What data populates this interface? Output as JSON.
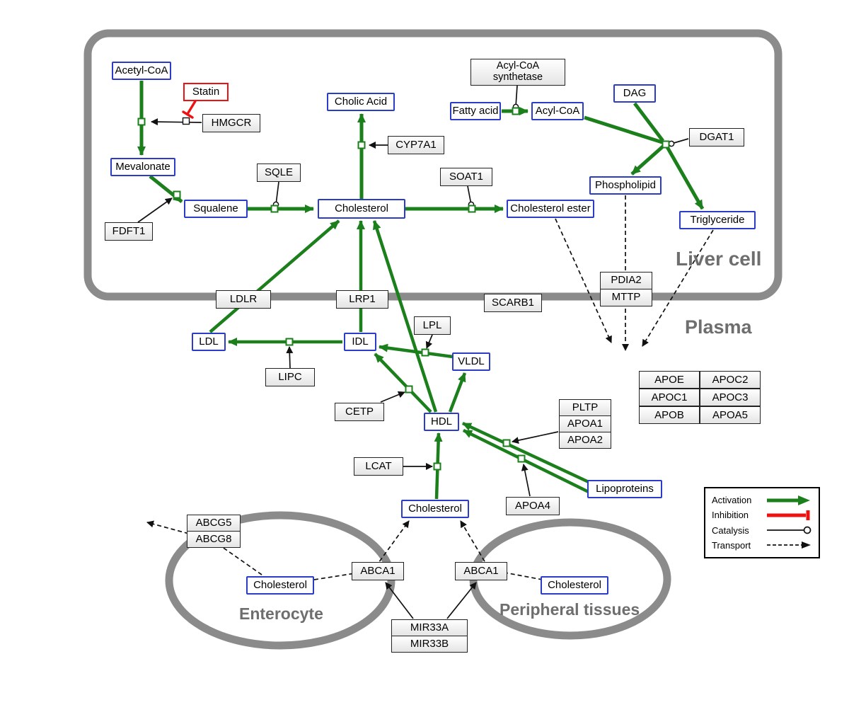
{
  "compartments": {
    "liver": "Liver cell",
    "plasma": "Plasma",
    "enterocyte": "Enterocyte",
    "peripheral": "Peripheral tissues"
  },
  "metabolites": {
    "acetyl_coa": "Acetyl-CoA",
    "mevalonate": "Mevalonate",
    "squalene": "Squalene",
    "cholesterol_liver": "Cholesterol",
    "cholic_acid": "Cholic Acid",
    "cholesterol_ester": "Cholesterol ester",
    "fatty_acid": "Fatty acid",
    "acyl_coa": "Acyl-CoA",
    "dag": "DAG",
    "phospholipid": "Phospholipid",
    "triglyceride": "Triglyceride",
    "ldl": "LDL",
    "idl": "IDL",
    "vldl": "VLDL",
    "hdl": "HDL",
    "cholesterol_plasma": "Cholesterol",
    "lipoproteins": "Lipoproteins",
    "cholesterol_enterocyte": "Cholesterol",
    "cholesterol_peripheral": "Cholesterol"
  },
  "enzymes": {
    "statin": "Statin",
    "hmgcr": "HMGCR",
    "sqle": "SQLE",
    "fdft1": "FDFT1",
    "cyp7a1": "CYP7A1",
    "soat1": "SOAT1",
    "acyl_coa_synthetase_line1": "Acyl-CoA",
    "acyl_coa_synthetase_line2": "synthetase",
    "dgat1": "DGAT1",
    "pdia2": "PDIA2",
    "mttp": "MTTP",
    "ldlr": "LDLR",
    "lrp1": "LRP1",
    "scarb1": "SCARB1",
    "lpl": "LPL",
    "lipc": "LIPC",
    "cetp": "CETP",
    "lcat": "LCAT",
    "pltp": "PLTP",
    "apoa1": "APOA1",
    "apoa2": "APOA2",
    "apoa4": "APOA4",
    "abcg5": "ABCG5",
    "abcg8": "ABCG8",
    "abca1": "ABCA1",
    "mir33a": "MIR33A",
    "mir33b": "MIR33B"
  },
  "apo_table": {
    "rows": [
      [
        "APOE",
        "APOC2"
      ],
      [
        "APOC1",
        "APOC3"
      ],
      [
        "APOB",
        "APOA5"
      ]
    ]
  },
  "legend": {
    "activation": "Activation",
    "inhibition": "Inhibition",
    "catalysis": "Catalysis",
    "transport": "Transport"
  },
  "colors": {
    "activation_green": "#1b7f1b",
    "inhibition_red": "#ee1111",
    "metabolite_border_blue": "#2b3cc8",
    "membrane_gray": "#8b8b8b"
  }
}
